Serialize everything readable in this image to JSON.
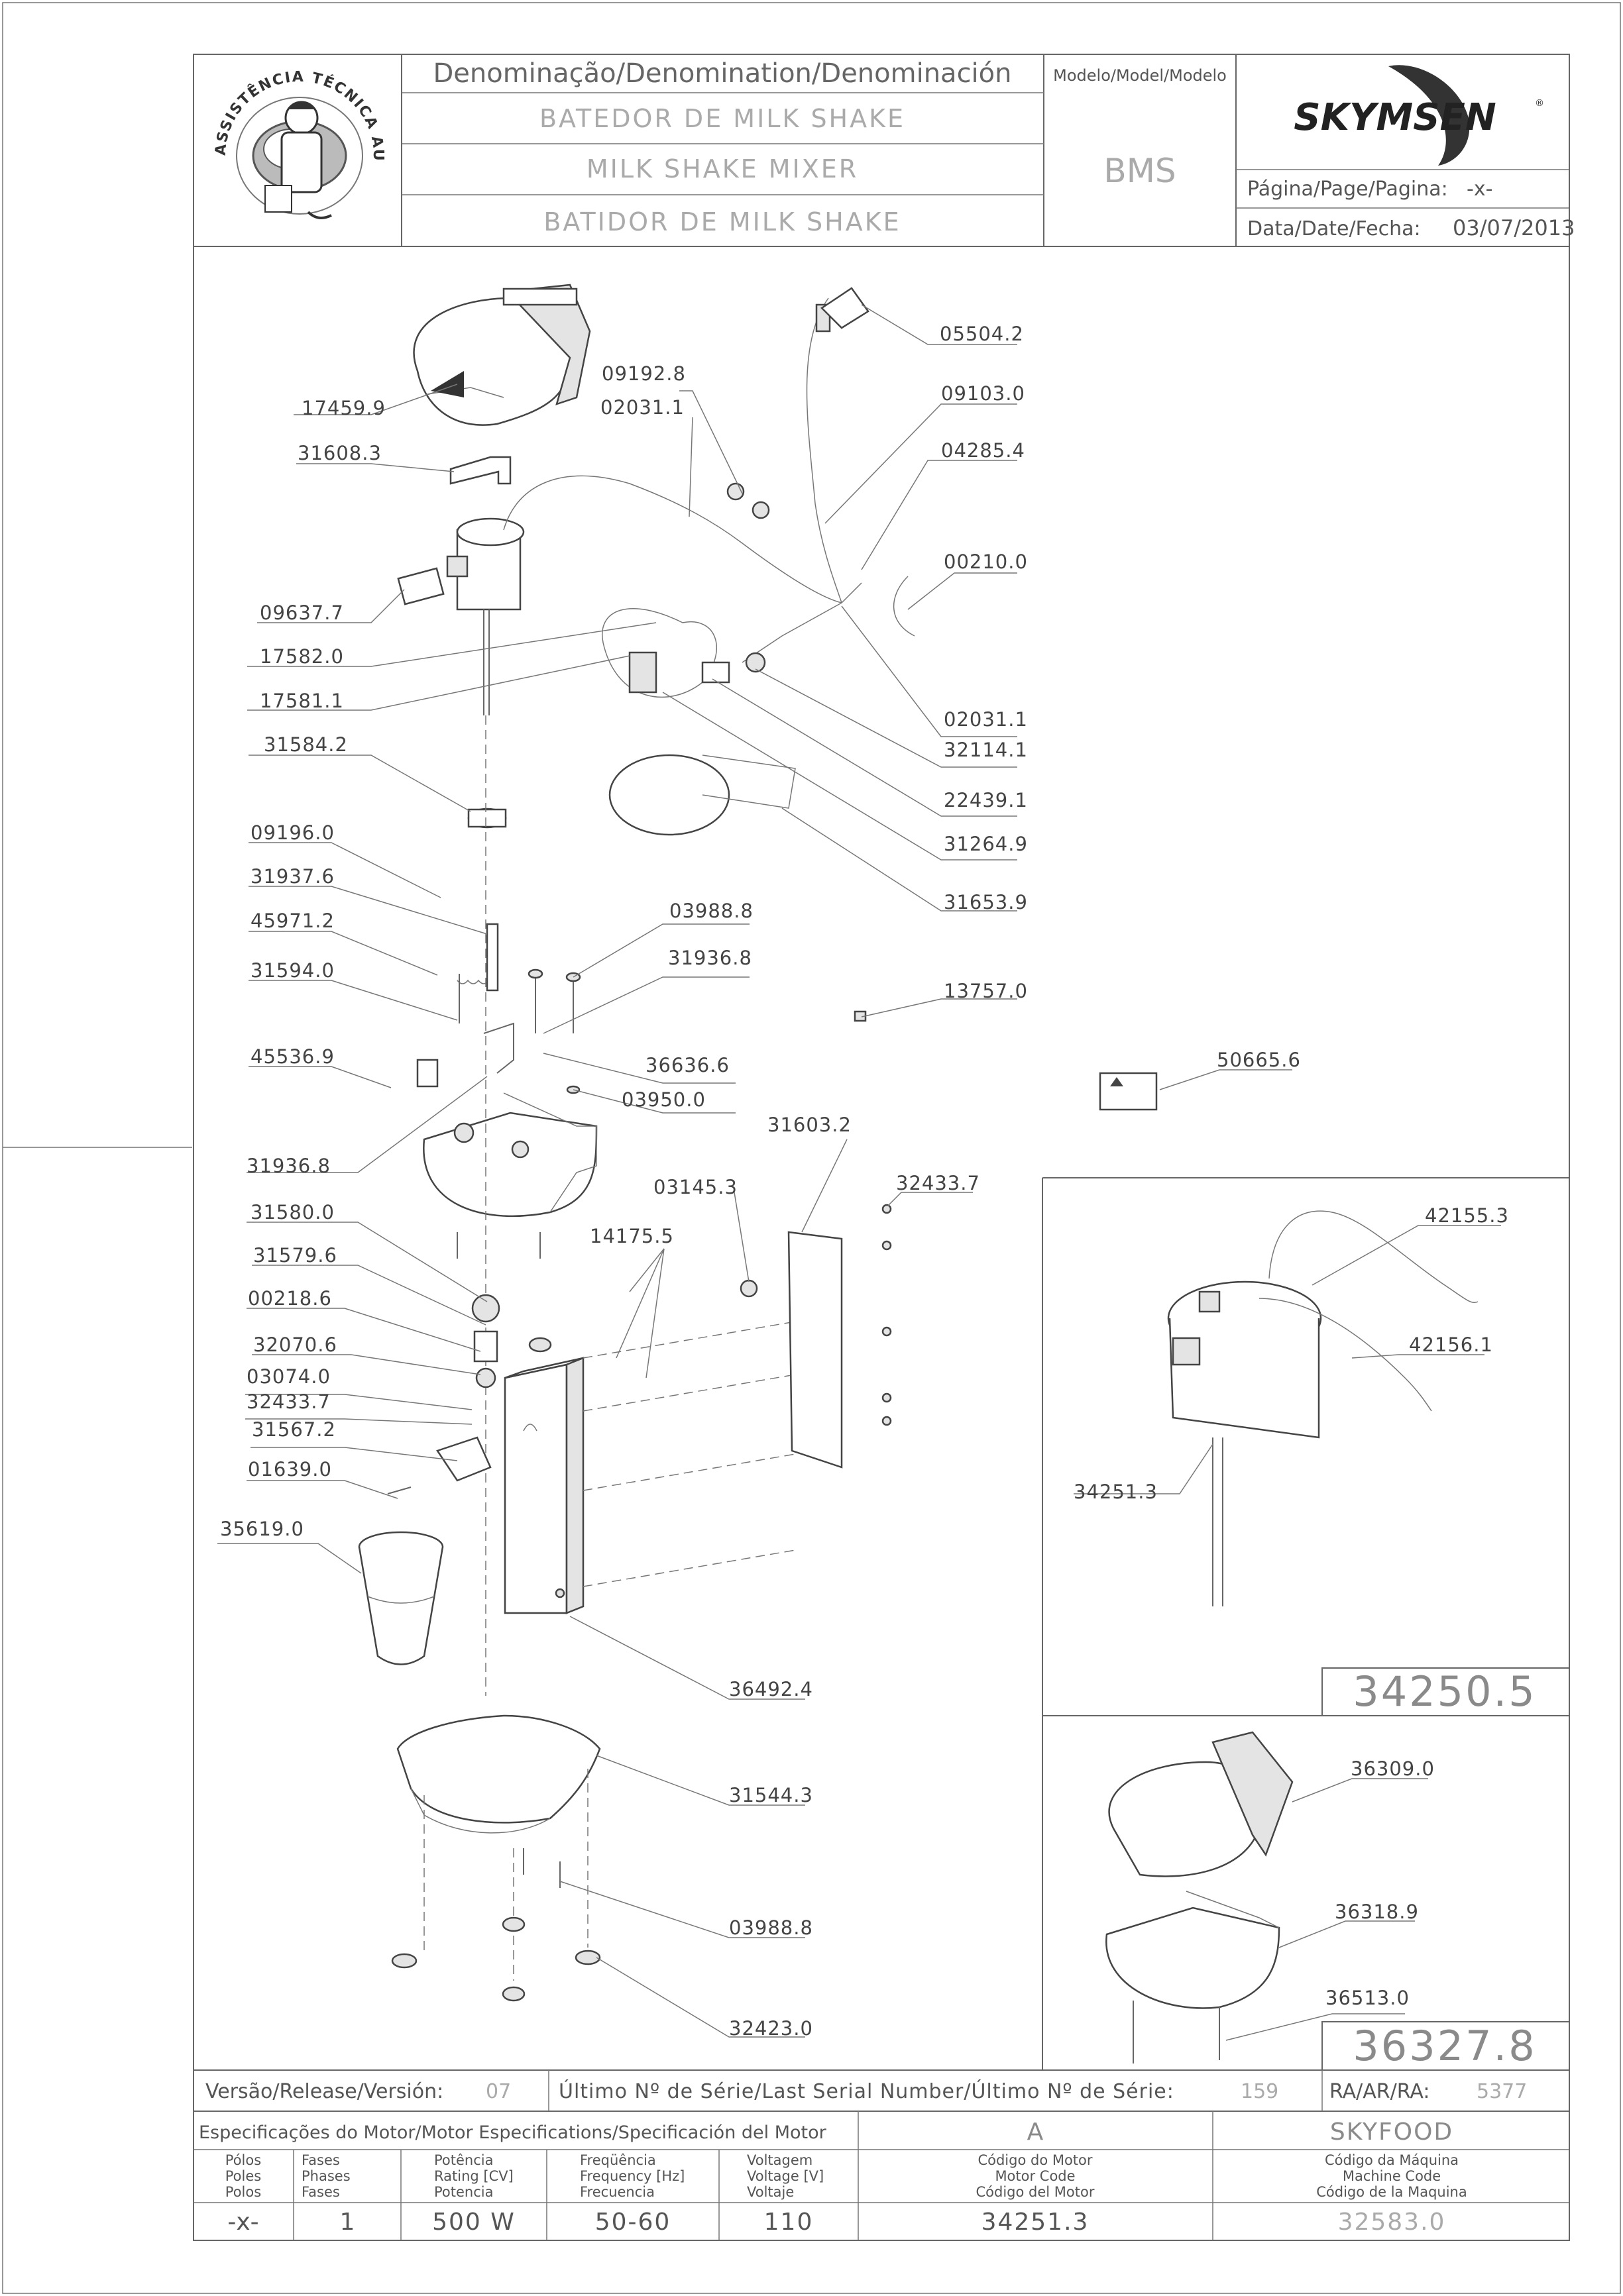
{
  "header": {
    "denomination_label": "Denominação/Denomination/Denominación",
    "title_pt": "BATEDOR DE MILK SHAKE",
    "title_en": "MILK SHAKE MIXER",
    "title_es": "BATIDOR DE MILK SHAKE",
    "model_label": "Modelo/Model/Modelo",
    "model_value": "BMS",
    "brand": "SKYMSEN",
    "page_label": "Página/Page/Pagina:",
    "page_value": "-x-",
    "date_label": "Data/Date/Fecha:",
    "date_value": "03/07/2013",
    "seal_text": "ASSISTÊNCIA TÉCNICA AUTORIZADA"
  },
  "parts": {
    "p17459_9": "17459.9",
    "p31608_3": "31608.3",
    "p09637_7": "09637.7",
    "p17582_0": "17582.0",
    "p17581_1": "17581.1",
    "p31584_2": "31584.2",
    "p09196_0": "09196.0",
    "p31937_6": "31937.6",
    "p45971_2": "45971.2",
    "p31594_0": "31594.0",
    "p45536_9": "45536.9",
    "p31936_8a": "31936.8",
    "p31936_8b": "31936.8",
    "p31580_0": "31580.0",
    "p31579_6": "31579.6",
    "p00218_6": "00218.6",
    "p32070_6": "32070.6",
    "p03074_0": "03074.0",
    "p32433_7a": "32433.7",
    "p31567_2": "31567.2",
    "p01639_0": "01639.0",
    "p35619_0": "35619.0",
    "p09192_8": "09192.8",
    "p02031_1a": "02031.1",
    "p05504_2": "05504.2",
    "p09103_0": "09103.0",
    "p04285_4": "04285.4",
    "p00210_0": "00210.0",
    "p02031_1b": "02031.1",
    "p32114_1": "32114.1",
    "p22439_1": "22439.1",
    "p31264_9": "31264.9",
    "p31653_9": "31653.9",
    "p03988_8a": "03988.8",
    "p13757_0": "13757.0",
    "p36636_6": "36636.6",
    "p03950_0": "03950.0",
    "p31603_2": "31603.2",
    "p03145_3": "03145.3",
    "p32433_7b": "32433.7",
    "p14175_5": "14175.5",
    "p36492_4": "36492.4",
    "p31544_3": "31544.3",
    "p03988_8b": "03988.8",
    "p32423_0": "32423.0",
    "p50665_6": "50665.6",
    "p42155_3": "42155.3",
    "p42156_1": "42156.1",
    "p34251_3": "34251.3",
    "p36309_0": "36309.0",
    "p36318_9": "36318.9",
    "p36513_0": "36513.0"
  },
  "assemblies": {
    "motor_assembly": "34250.5",
    "head_assembly": "36327.8"
  },
  "footer": {
    "release_label": "Versão/Release/Versión:",
    "release_value": "07",
    "serial_label": "Último Nº de Série/Last Serial Number/Último Nº de Série:",
    "serial_value": "159",
    "ra_label": "RA/AR/RA:",
    "ra_value": "5377",
    "motor_spec_label": "Especificações do Motor/Motor Especifications/Specificación del Motor",
    "motor_variant": "A",
    "manufacturer": "SKYFOOD",
    "col_poles": [
      "Pólos",
      "Poles",
      "Polos"
    ],
    "col_phases": [
      "Fases",
      "Phases",
      "Fases"
    ],
    "col_power": [
      "Potência",
      "Rating [CV]",
      "Potencia"
    ],
    "col_freq": [
      "Freqüência",
      "Frequency [Hz]",
      "Frecuencia"
    ],
    "col_voltage": [
      "Voltagem",
      "Voltage [V]",
      "Voltaje"
    ],
    "col_motor_code": [
      "Código do Motor",
      "Motor Code",
      "Código del Motor"
    ],
    "col_machine_code": [
      "Código da Máquina",
      "Machine Code",
      "Código de la Maquina"
    ],
    "val_poles": "-x-",
    "val_phases": "1",
    "val_power": "500 W",
    "val_freq": "50-60",
    "val_voltage": "110",
    "val_motor_code": "34251.3",
    "val_machine_code": "32583.0"
  },
  "colors": {
    "line": "#666666",
    "text": "#444444",
    "light_text": "#8a8a8a"
  }
}
